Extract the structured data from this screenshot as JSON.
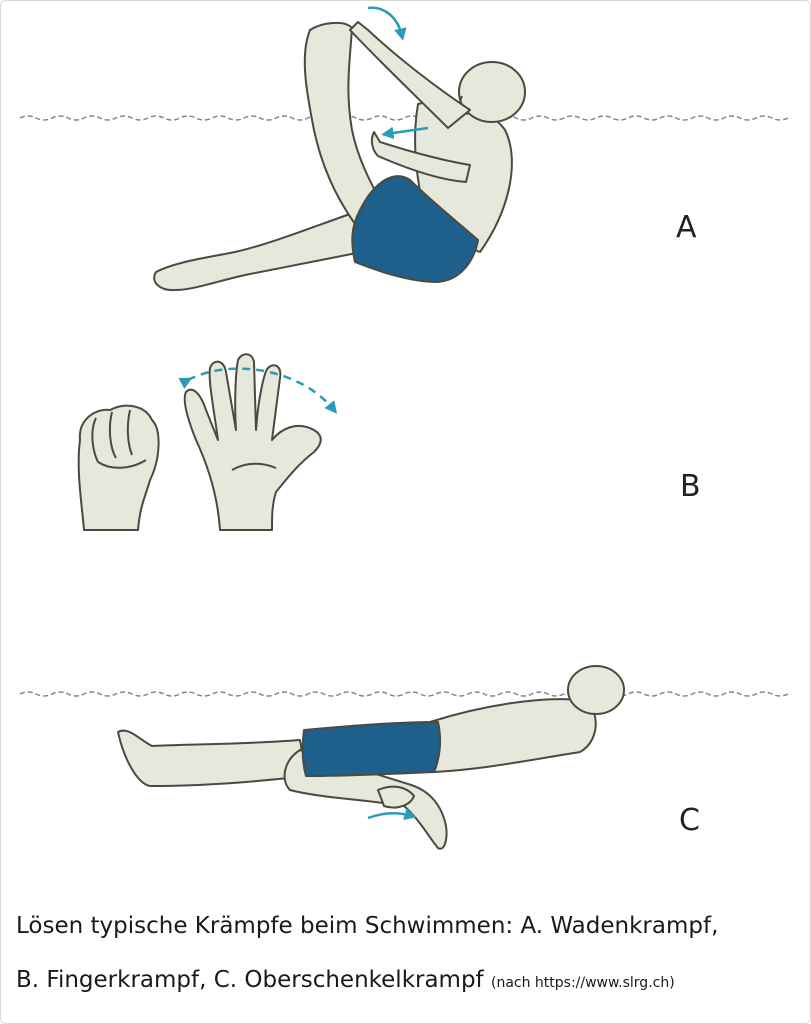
{
  "labels": {
    "a": "A",
    "b": "B",
    "c": "C"
  },
  "caption": {
    "line1": "Lösen typische Krämpfe beim Schwimmen: A. Wadenkrampf,",
    "line2": "B. Fingerkrampf, C. Oberschenkelkrampf",
    "source": "(nach https://www.slrg.ch)"
  },
  "colors": {
    "skin": "#e6e8dc",
    "outline": "#4a4a40",
    "trunks": "#1f5f8c",
    "arrow": "#2a9bb8",
    "water": "#7a8a8f"
  },
  "icons": [
    "swimmer-calf-stretch",
    "fist",
    "open-hand",
    "floating-swimmer",
    "curved-arrow"
  ]
}
